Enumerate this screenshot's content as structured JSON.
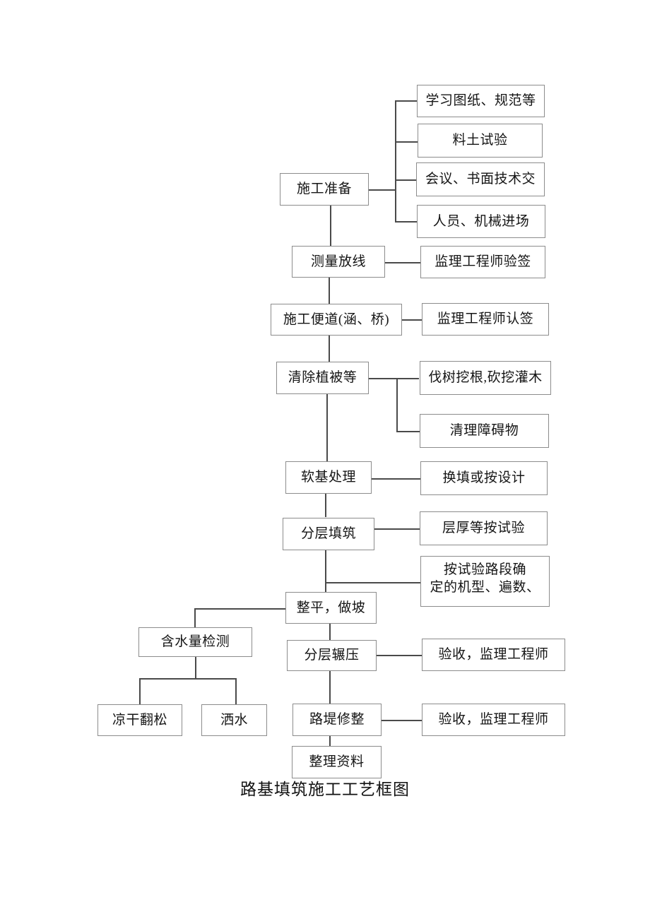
{
  "figure": {
    "caption": "路基填筑施工工艺框图",
    "line_color": "#4a4a4a",
    "box_border_color": "#8c8c8c",
    "background": "#ffffff"
  },
  "nodes": {
    "main_column": [
      {
        "id": "shigong-zhunbei",
        "label": "施工准备"
      },
      {
        "id": "celiang-fangxian",
        "label": "测量放线"
      },
      {
        "id": "shigong-biandao",
        "label": "施工便道(涵、桥)"
      },
      {
        "id": "qingchu-zhibei",
        "label": "清除植被等"
      },
      {
        "id": "ruanji-chuli",
        "label": "软基处理"
      },
      {
        "id": "fenceng-tianzhu",
        "label": "分层填筑"
      },
      {
        "id": "zhengping-zuopo",
        "label": "整平，做坡"
      },
      {
        "id": "fenceng-nianya",
        "label": "分层辗压"
      },
      {
        "id": "ludi-xiuzheng",
        "label": "路堤修整"
      },
      {
        "id": "zhengli-ziliao",
        "label": "整理资料"
      }
    ],
    "side_branches": [
      {
        "id": "xuexi-tuzhi",
        "label": "学习图纸、规范等",
        "parent": "shigong-zhunbei"
      },
      {
        "id": "liaotu-shiyan",
        "label": "料土试验",
        "parent": "shigong-zhunbei"
      },
      {
        "id": "huiyi-jishujiao",
        "label": "会议、书面技术交",
        "parent": "shigong-zhunbei"
      },
      {
        "id": "renyuan-jixie",
        "label": "人员、机械进场",
        "parent": "shigong-zhunbei"
      },
      {
        "id": "jianli-yanqian",
        "label": "监理工程师验签",
        "parent": "celiang-fangxian"
      },
      {
        "id": "jianli-renqian",
        "label": "监理工程师认签",
        "parent": "shigong-biandao"
      },
      {
        "id": "fashu-wajue",
        "label": "伐树挖根,砍挖灌木",
        "parent": "qingchu-zhibei"
      },
      {
        "id": "qingli-zhangaiwu",
        "label": "清理障碍物",
        "parent": "qingchu-zhibei"
      },
      {
        "id": "huantian-sheji",
        "label": "换填或按设计",
        "parent": "ruanji-chuli"
      },
      {
        "id": "cenghou-shiyan",
        "label": "层厚等按试验",
        "parent": "fenceng-tianzhu"
      },
      {
        "id": "shiyan-lududuan",
        "label": "按试验路段确",
        "label_line2": "定的机型、遍数、",
        "parent": "fenceng-tianzhu"
      },
      {
        "id": "yanshou-jianli-1",
        "label": "验收，监理工程师",
        "parent": "fenceng-nianya"
      },
      {
        "id": "yanshou-jianli-2",
        "label": "验收，监理工程师",
        "parent": "ludi-xiuzheng"
      }
    ],
    "left_branches": [
      {
        "id": "hanshuiliang-jiance",
        "label": "含水量检测",
        "parent": "zhengping-zuopo"
      },
      {
        "id": "lianggan-fansong",
        "label": "凉干翻松",
        "parent": "hanshuiliang-jiance"
      },
      {
        "id": "sashui",
        "label": "洒水",
        "parent": "hanshuiliang-jiance"
      }
    ]
  }
}
